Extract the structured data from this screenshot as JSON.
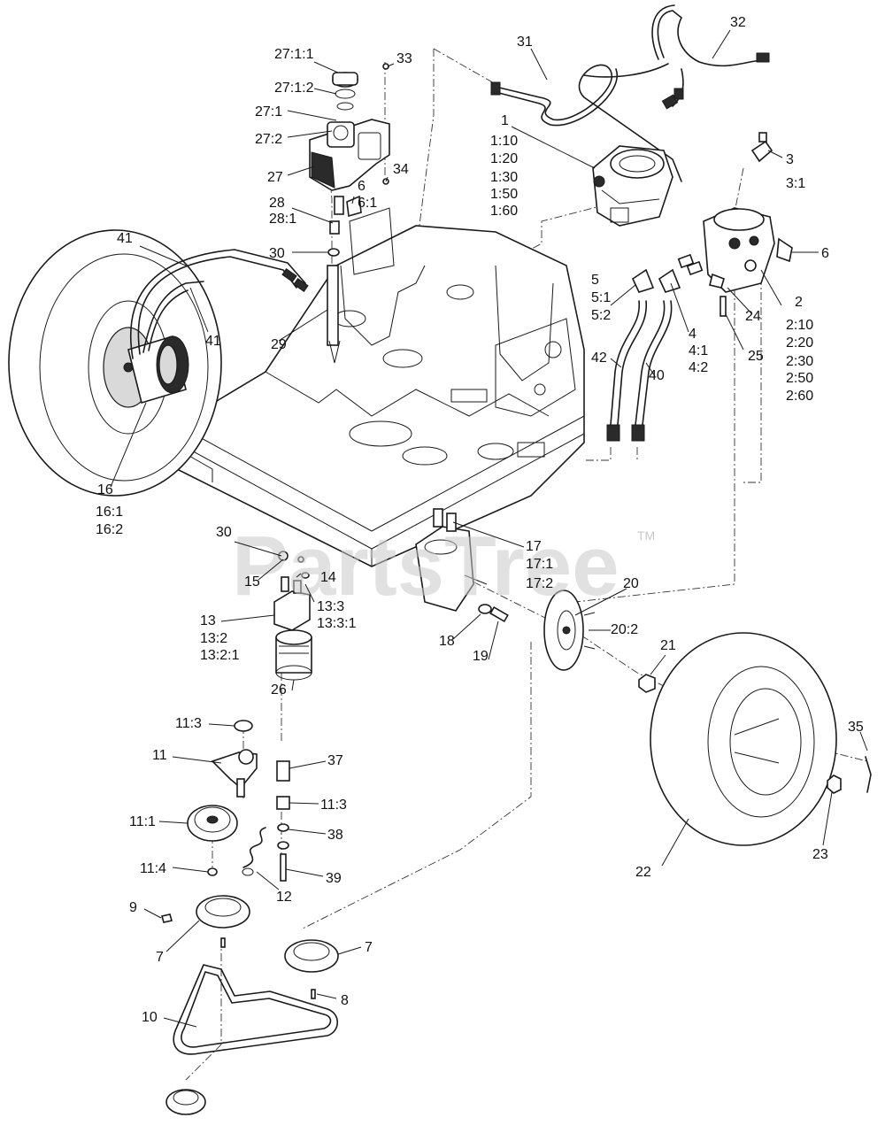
{
  "watermark": {
    "text": "PartsTree",
    "trademark": "TM"
  },
  "callouts": [
    {
      "id": "c-27-1-1",
      "text": "27:1:1"
    },
    {
      "id": "c-33",
      "text": "33"
    },
    {
      "id": "c-27-1-2",
      "text": "27:1:2"
    },
    {
      "id": "c-27-1",
      "text": "27:1"
    },
    {
      "id": "c-27-2",
      "text": "27:2"
    },
    {
      "id": "c-27",
      "text": "27"
    },
    {
      "id": "c-34",
      "text": "34"
    },
    {
      "id": "c-6a",
      "text": "6"
    },
    {
      "id": "c-6-1",
      "text": "6:1"
    },
    {
      "id": "c-28",
      "text": "28"
    },
    {
      "id": "c-28-1",
      "text": "28:1"
    },
    {
      "id": "c-30a",
      "text": "30"
    },
    {
      "id": "c-29",
      "text": "29"
    },
    {
      "id": "c-41a",
      "text": "41"
    },
    {
      "id": "c-41b",
      "text": "41"
    },
    {
      "id": "c-31",
      "text": "31"
    },
    {
      "id": "c-32",
      "text": "32"
    },
    {
      "id": "c-1",
      "text": "1"
    },
    {
      "id": "c-1-10",
      "text": "1:10"
    },
    {
      "id": "c-1-20",
      "text": "1:20"
    },
    {
      "id": "c-1-30",
      "text": "1:30"
    },
    {
      "id": "c-1-50",
      "text": "1:50"
    },
    {
      "id": "c-1-60",
      "text": "1:60"
    },
    {
      "id": "c-3",
      "text": "3"
    },
    {
      "id": "c-3-1",
      "text": "3:1"
    },
    {
      "id": "c-6b",
      "text": "6"
    },
    {
      "id": "c-5",
      "text": "5"
    },
    {
      "id": "c-5-1",
      "text": "5:1"
    },
    {
      "id": "c-5-2",
      "text": "5:2"
    },
    {
      "id": "c-2",
      "text": "2"
    },
    {
      "id": "c-2-10",
      "text": "2:10"
    },
    {
      "id": "c-2-20",
      "text": "2:20"
    },
    {
      "id": "c-2-30",
      "text": "2:30"
    },
    {
      "id": "c-2-50",
      "text": "2:50"
    },
    {
      "id": "c-2-60",
      "text": "2:60"
    },
    {
      "id": "c-24",
      "text": "24"
    },
    {
      "id": "c-4",
      "text": "4"
    },
    {
      "id": "c-4-1",
      "text": "4:1"
    },
    {
      "id": "c-4-2",
      "text": "4:2"
    },
    {
      "id": "c-25",
      "text": "25"
    },
    {
      "id": "c-42",
      "text": "42"
    },
    {
      "id": "c-40",
      "text": "40"
    },
    {
      "id": "c-16",
      "text": "16"
    },
    {
      "id": "c-16-1",
      "text": "16:1"
    },
    {
      "id": "c-16-2",
      "text": "16:2"
    },
    {
      "id": "c-30b",
      "text": "30"
    },
    {
      "id": "c-15",
      "text": "15"
    },
    {
      "id": "c-14",
      "text": "14"
    },
    {
      "id": "c-13-3",
      "text": "13:3"
    },
    {
      "id": "c-13-3-1",
      "text": "13:3:1"
    },
    {
      "id": "c-13",
      "text": "13"
    },
    {
      "id": "c-13-2",
      "text": "13:2"
    },
    {
      "id": "c-13-2-1",
      "text": "13:2:1"
    },
    {
      "id": "c-26",
      "text": "26"
    },
    {
      "id": "c-17",
      "text": "17"
    },
    {
      "id": "c-17-1",
      "text": "17:1"
    },
    {
      "id": "c-17-2",
      "text": "17:2"
    },
    {
      "id": "c-20",
      "text": "20"
    },
    {
      "id": "c-20-2",
      "text": "20:2"
    },
    {
      "id": "c-18",
      "text": "18"
    },
    {
      "id": "c-19",
      "text": "19"
    },
    {
      "id": "c-21",
      "text": "21"
    },
    {
      "id": "c-11-3a",
      "text": "11:3"
    },
    {
      "id": "c-11",
      "text": "11"
    },
    {
      "id": "c-37",
      "text": "37"
    },
    {
      "id": "c-11-3b",
      "text": "11:3"
    },
    {
      "id": "c-11-1",
      "text": "11:1"
    },
    {
      "id": "c-38",
      "text": "38"
    },
    {
      "id": "c-11-4",
      "text": "11:4"
    },
    {
      "id": "c-39",
      "text": "39"
    },
    {
      "id": "c-12",
      "text": "12"
    },
    {
      "id": "c-9",
      "text": "9"
    },
    {
      "id": "c-7a",
      "text": "7"
    },
    {
      "id": "c-7b",
      "text": "7"
    },
    {
      "id": "c-8",
      "text": "8"
    },
    {
      "id": "c-10",
      "text": "10"
    },
    {
      "id": "c-35",
      "text": "35"
    },
    {
      "id": "c-22",
      "text": "22"
    },
    {
      "id": "c-23",
      "text": "23"
    }
  ]
}
